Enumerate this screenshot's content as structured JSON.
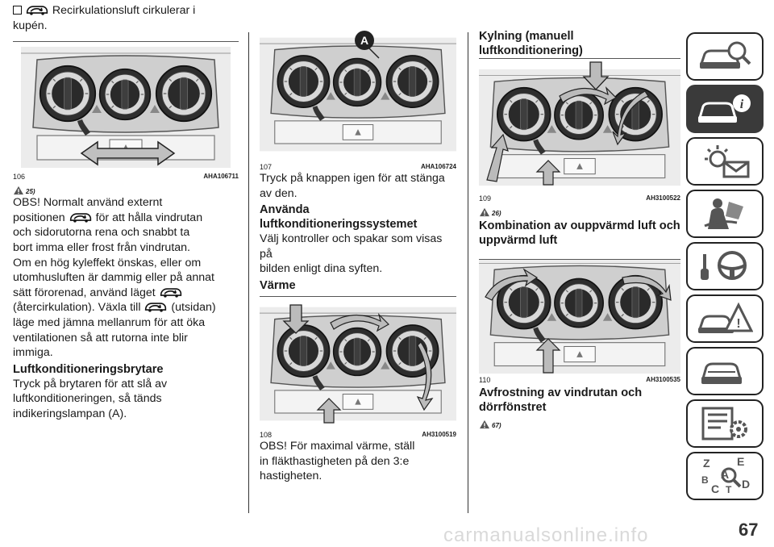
{
  "col1": {
    "line1": "Recirkulationsluft cirkulerar i",
    "line2": "kupén.",
    "fig106": {
      "num": "106",
      "code": "AHA106711"
    },
    "warn_ref": "25)",
    "p1_a": "OBS! Normalt använd externt",
    "p1_b": "positionen",
    "p1_c": "för att hålla vindrutan",
    "p1_d": "och sidorutorna rena och snabbt ta",
    "p1_e": "bort imma eller frost från vindrutan.",
    "p2_a": "Om en hög kyleffekt önskas, eller om",
    "p2_b": "utomhusluften är dammig eller på annat",
    "p2_c": "sätt förorenad, använd läget",
    "p2_d": "(återcirkulation). Växla till",
    "p2_e": "(utsidan)",
    "p2_f": "läge med jämna mellanrum för att öka",
    "p2_g": "ventilationen så att rutorna inte blir",
    "p2_h": "immiga.",
    "heading": "Luftkonditioneringsbrytare",
    "p3_a": "Tryck på brytaren för att slå av",
    "p3_b": "luftkonditioneringen, så tänds",
    "p3_c": "indikeringslampan (A)."
  },
  "col2": {
    "fig107": {
      "num": "107",
      "code": "AHA106724",
      "label": "A"
    },
    "p1_a": "Tryck på knappen igen för att stänga",
    "p1_b": "av den.",
    "heading1_a": "Använda",
    "heading1_b": "luftkonditioneringssystemet",
    "p2_a": "Välj kontroller och spakar som visas på",
    "p2_b": "bilden enligt dina syften.",
    "heading2": "Värme",
    "fig108": {
      "num": "108",
      "code": "AH3100519"
    },
    "p3_a": "OBS! För maximal värme, ställ",
    "p3_b": "in fläkthastigheten på den 3:e",
    "p3_c": "hastigheten."
  },
  "col3": {
    "heading1": "Kylning (manuell luftkonditionering)",
    "fig109": {
      "num": "109",
      "code": "AH3100522"
    },
    "warn_ref": "26)",
    "heading2_a": "Kombination av ouppvärmd luft och",
    "heading2_b": "uppvärmd luft",
    "fig110": {
      "num": "110",
      "code": "AH3100535"
    },
    "heading3_a": "Avfrostning av vindrutan och",
    "heading3_b": "dörrfönstret",
    "warn_ref2": "67)"
  },
  "sidebar": {
    "tabs": [
      "car-search-icon",
      "car-info-icon",
      "light-mail-icon",
      "airbag-person-icon",
      "steering-key-icon",
      "breakdown-triangle-icon",
      "car-service-icon",
      "settings-list-icon",
      "alphabet-index-icon"
    ],
    "alphabet_letters": [
      "Z",
      "E",
      "A",
      "B",
      "C",
      "T",
      "D"
    ]
  },
  "page_number": "67",
  "watermark": "carmanualsonline.info"
}
